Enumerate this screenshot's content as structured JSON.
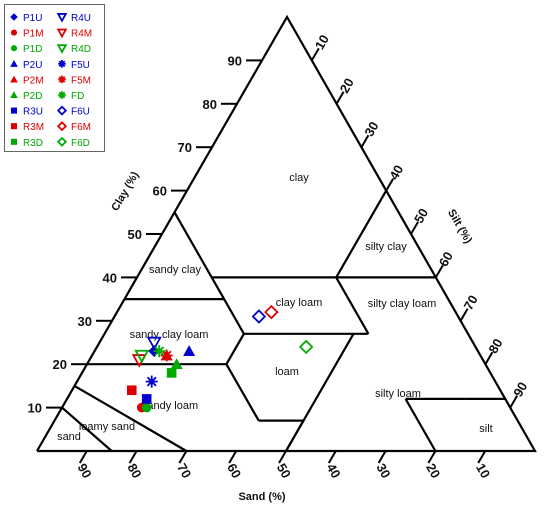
{
  "chart_data": {
    "type": "scatter",
    "subtype": "ternary-soil-texture",
    "axes": {
      "clay": {
        "label": "Clay (%)",
        "ticks": [
          10,
          20,
          30,
          40,
          50,
          60,
          70,
          80,
          90
        ]
      },
      "silt": {
        "label": "Silt (%)",
        "ticks": [
          10,
          20,
          30,
          40,
          50,
          60,
          70,
          80,
          90
        ]
      },
      "sand": {
        "label": "Sand  (%)",
        "ticks": [
          90,
          80,
          70,
          60,
          50,
          40,
          30,
          20,
          10
        ]
      }
    },
    "regions": [
      {
        "name": "clay"
      },
      {
        "name": "silty clay"
      },
      {
        "name": "sandy clay"
      },
      {
        "name": "silty clay loam"
      },
      {
        "name": "clay loam"
      },
      {
        "name": "sandy clay loam"
      },
      {
        "name": "loam"
      },
      {
        "name": "silty loam"
      },
      {
        "name": "sandy loam"
      },
      {
        "name": "loamy sand"
      },
      {
        "name": "sand"
      },
      {
        "name": "silt"
      }
    ],
    "series": [
      {
        "name": "P1U",
        "color": "#0000cc",
        "marker": "diamond-filled",
        "points": [
          {
            "sand": 65,
            "clay": 23
          }
        ]
      },
      {
        "name": "P1M",
        "color": "#dd0000",
        "marker": "circle-filled",
        "points": [
          {
            "sand": 74,
            "clay": 10
          }
        ]
      },
      {
        "name": "P1D",
        "color": "#00aa00",
        "marker": "circle-filled",
        "points": [
          {
            "sand": 73,
            "clay": 10
          }
        ]
      },
      {
        "name": "P2U",
        "color": "#0000cc",
        "marker": "triangle-filled",
        "points": [
          {
            "sand": 58,
            "clay": 23
          }
        ]
      },
      {
        "name": "P2M",
        "color": "#dd0000",
        "marker": "triangle-filled",
        "points": [
          {
            "sand": 63,
            "clay": 22
          }
        ]
      },
      {
        "name": "P2D",
        "color": "#00aa00",
        "marker": "triangle-filled",
        "points": [
          {
            "sand": 62,
            "clay": 20
          }
        ]
      },
      {
        "name": "R3U",
        "color": "#0000cc",
        "marker": "square-filled",
        "points": [
          {
            "sand": 72,
            "clay": 12
          }
        ]
      },
      {
        "name": "R3M",
        "color": "#dd0000",
        "marker": "square-filled",
        "points": [
          {
            "sand": 74,
            "clay": 14
          }
        ]
      },
      {
        "name": "R3D",
        "color": "#00aa00",
        "marker": "square-filled",
        "points": [
          {
            "sand": 64,
            "clay": 18
          }
        ]
      },
      {
        "name": "R4U",
        "color": "#0000cc",
        "marker": "triangle-down-open",
        "points": [
          {
            "sand": 64,
            "clay": 25
          }
        ]
      },
      {
        "name": "R4M",
        "color": "#dd0000",
        "marker": "triangle-down-open",
        "points": [
          {
            "sand": 69,
            "clay": 21
          }
        ]
      },
      {
        "name": "R4D",
        "color": "#00aa00",
        "marker": "triangle-down-open",
        "points": [
          {
            "sand": 68,
            "clay": 22
          }
        ]
      },
      {
        "name": "F5U",
        "color": "#0000cc",
        "marker": "asterisk",
        "points": [
          {
            "sand": 69,
            "clay": 16
          }
        ]
      },
      {
        "name": "F5M",
        "color": "#dd0000",
        "marker": "asterisk",
        "points": [
          {
            "sand": 63,
            "clay": 22
          }
        ]
      },
      {
        "name": "FD",
        "color": "#00aa00",
        "marker": "asterisk",
        "points": [
          {
            "sand": 64,
            "clay": 23
          }
        ]
      },
      {
        "name": "F6U",
        "color": "#0000cc",
        "marker": "diamond-open",
        "points": [
          {
            "sand": 40,
            "clay": 31
          }
        ]
      },
      {
        "name": "F6M",
        "color": "#dd0000",
        "marker": "diamond-open",
        "points": [
          {
            "sand": 37,
            "clay": 32
          }
        ]
      },
      {
        "name": "F6D",
        "color": "#00aa00",
        "marker": "diamond-open",
        "points": [
          {
            "sand": 34,
            "clay": 24
          }
        ]
      }
    ],
    "legend": {
      "position": "top-left",
      "columns": 2
    }
  }
}
